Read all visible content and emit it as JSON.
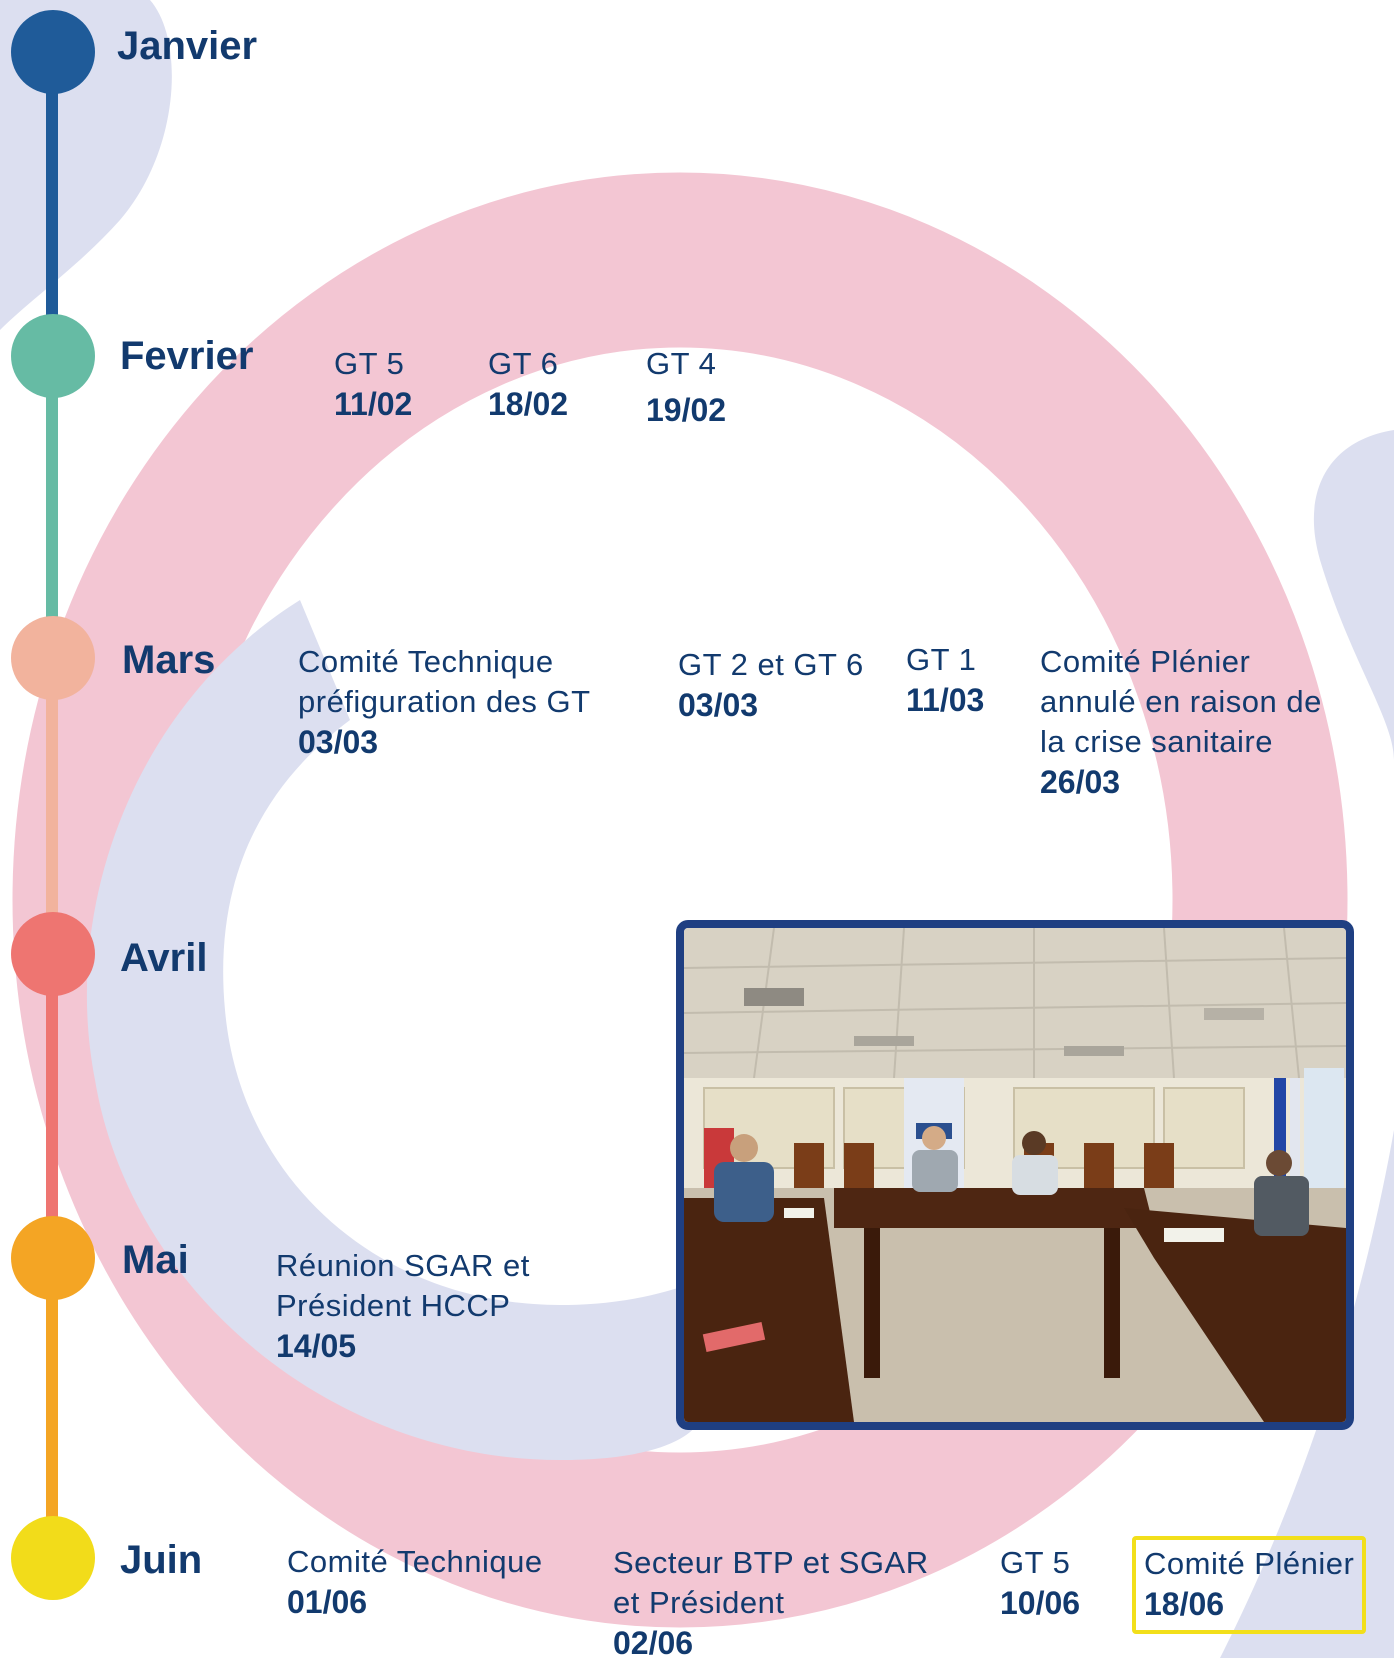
{
  "colors": {
    "navy": "#123a6e",
    "pink_ring": "#f3c6d3",
    "lavender_shape": "#dcdff0",
    "janvier": "#1f5b99",
    "fevrier": "#66bba4",
    "mars": "#f2b39d",
    "avril": "#ee7571",
    "mai": "#f4a524",
    "juin": "#f2dc1a",
    "highlight_border": "#f2df1a",
    "photo_border": "#1f3f82"
  },
  "months": [
    {
      "name": "Janvier"
    },
    {
      "name": "Fevrier"
    },
    {
      "name": "Mars"
    },
    {
      "name": "Avril"
    },
    {
      "name": "Mai"
    },
    {
      "name": "Juin"
    }
  ],
  "events": {
    "fevrier": [
      {
        "title": "GT 5",
        "date": "11/02"
      },
      {
        "title": "GT 6",
        "date": "18/02"
      },
      {
        "title": "GT 4",
        "date": "19/02"
      }
    ],
    "mars": [
      {
        "title": "Comité Technique\npréfiguration des GT",
        "date": "03/03"
      },
      {
        "title": "GT 2 et GT 6",
        "date": "03/03"
      },
      {
        "title": "GT 1",
        "date": "11/03"
      },
      {
        "title": "Comité Plénier\nannulé en raison de\nla crise sanitaire",
        "date": "26/03"
      }
    ],
    "mai": [
      {
        "title": "Réunion SGAR et\nPrésident HCCP",
        "date": "14/05"
      }
    ],
    "juin": [
      {
        "title": "Comité Technique",
        "date": "01/06"
      },
      {
        "title": "Secteur BTP et SGAR\net Président",
        "date": "02/06"
      },
      {
        "title": "GT 5",
        "date": "10/06"
      },
      {
        "title": "Comité Plénier",
        "date": "18/06"
      }
    ]
  },
  "photo": {
    "icon": "meeting-room-photo"
  }
}
